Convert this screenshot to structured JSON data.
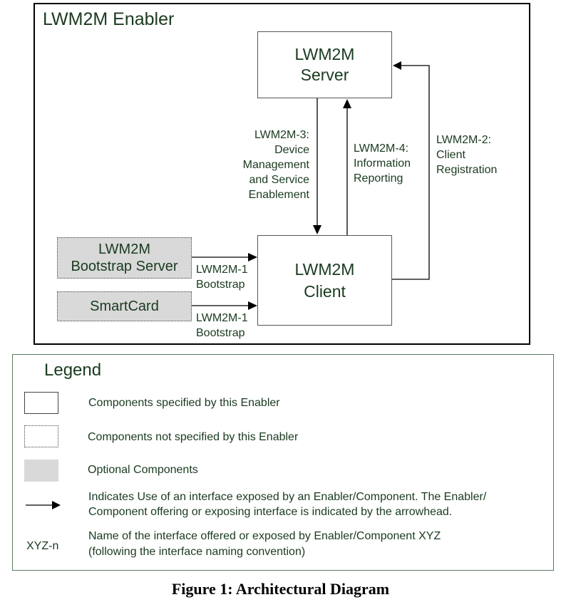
{
  "enabler": {
    "title": "LWM2M Enabler"
  },
  "server": {
    "line1": "LWM2M",
    "line2": "Server"
  },
  "client": {
    "line1": "LWM2M",
    "line2": "Client"
  },
  "bootstrap_server": {
    "line1": "LWM2M",
    "line2": "Bootstrap Server"
  },
  "smartcard": {
    "label": "SmartCard"
  },
  "interfaces": {
    "device_mgmt": [
      "LWM2M-3:",
      "Device",
      "Management",
      "and Service",
      "Enablement"
    ],
    "info_reporting": [
      "LWM2M-4:",
      "Information",
      "Reporting"
    ],
    "client_registration": [
      "LWM2M-2:",
      "Client",
      "Registration"
    ],
    "bootstrap_a": [
      "LWM2M-1",
      "Bootstrap"
    ],
    "bootstrap_b": [
      "LWM2M-1",
      "Bootstrap"
    ]
  },
  "legend": {
    "title": "Legend",
    "items": {
      "specified": "Components specified by this Enabler",
      "not_specified": "Components not specified by this Enabler",
      "optional": "Optional Components",
      "interface_use_1": "Indicates Use of an interface exposed by an Enabler/Component. The Enabler/",
      "interface_use_2": "Component offering or exposing interface is indicated by the arrowhead.",
      "xyz_symbol": "XYZ-n",
      "xyz_1": "Name of the interface offered or exposed by Enabler/Component XYZ",
      "xyz_2": "(following the interface naming convention)"
    }
  },
  "caption": "Figure 1: Architectural Diagram",
  "colors": {
    "text": "#1a3a1f",
    "optional_fill": "#d9d9d9",
    "legend_border": "#5a7a5f"
  }
}
